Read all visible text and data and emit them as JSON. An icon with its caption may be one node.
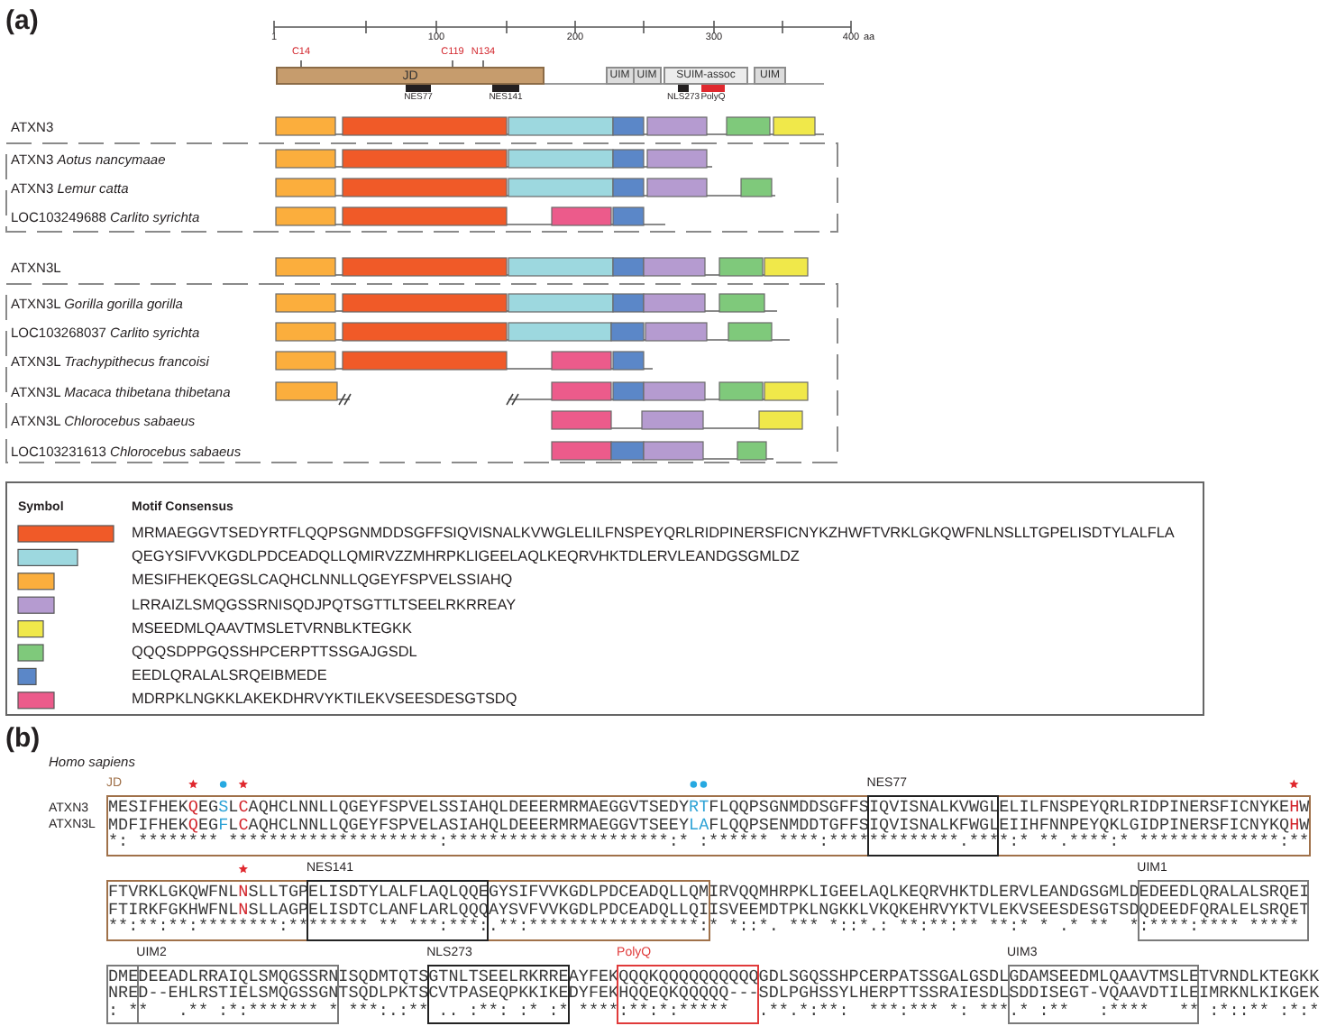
{
  "diagram": {
    "nodes": [
      {
        "text": [
          "JD"
        ]
      },
      {
        "text": [
          "UIM"
        ]
      },
      {
        "text": [
          "UIM"
        ]
      },
      {
        "text": [
          "SUIM-assoc"
        ]
      },
      {
        "text": [
          "UIM"
        ]
      },
      {
        "text": [
          "NES77"
        ]
      },
      {
        "text": [
          "NES141"
        ]
      },
      {
        "text": [
          "NLS273"
        ]
      },
      {
        "text": [
          "PolyQ"
        ]
      },
      {
        "text": [
          "ATXN3 *Aotus nancymaae*",
          "ATXN3 *Lemur catta*",
          "LOC103249688 *Carlito syrichta*"
        ]
      },
      {
        "text": [
          "ATXN3L *Gorilla gorilla gorilla*",
          "LOC103268037 *Carlito syrichta*",
          "ATXN3L *Trachypithecus francoisi*",
          "ATXN3L *Macaca thibetana thibetana*",
          "ATXN3L *Chlorocebus sabaeus*",
          "LOC103231613 *Chlorocebus sabaeus*"
        ]
      },
      {
        "text": [
          "JD"
        ]
      },
      {
        "text": [
          "NES77"
        ],
        "in": 11
      },
      {
        "text": [],
        "shape": "box"
      },
      {
        "text": [
          "NES141"
        ],
        "in": 13
      },
      {
        "text": [
          "UIM1"
        ]
      },
      {
        "text": [],
        "shape": "box"
      },
      {
        "text": [
          "UIM2"
        ]
      },
      {
        "text": [
          "NLS273"
        ]
      },
      {
        "text": [
          "PolyQ"
        ]
      },
      {
        "text": [
          "UIM3"
        ]
      }
    ],
    "labels": [
      "(a)",
      "1",
      "100",
      "200",
      "300",
      "400",
      "aa",
      "C14",
      "C119",
      "N134",
      "ATXN3",
      "ATXN3L",
      "Symbol",
      "Motif Consensus",
      "(b)",
      "Homo sapiens",
      "ATXN3",
      "MESIFHEKQEGSLCAQHCLNNLLQGEYFSPVELSSIAHQLDEEERMRMAEGGVTSEDYRTFLQQPSGNMDDSGFFSIQVISNALKVWGLELILFNSPEYQRLRIDPINERSFICNYKEHW",
      "ATXN3L",
      "MDFIFHEKQEGFLCAQHCLNNLLQGEYFSPVELASIAHQLDEEERMRMAEGGVTSEEYLAFLQQPSENMDDTGFFSIQVISNALKFWGLEIIHFNNPEYQKLGIDPINERSFICNYKQHW",
      "*: ******** *********************:**********************:* :****** ****:*************.****:* **.****:* **************:**",
      "FTVRKLGKQWFNLNSLLTGPELISDTYLALFLAQLQQEGYSIFVVKGDLPDCEADQLLQMIRVQQMHRPKLIGEELAQLKEQRVHKTDLERVLEANDGSGMLDEDEEDLQRALALSRQEI",
      "FTIRKFGKHWFNLNSLLAGPELISDTCLANFLARLQQQAYSVFVVKGDLPDCEADQLLQIISVEEMDTPKLNGKKLVKQKEHRVYKTVLEKVSEESDESGTSDQDEEDFQRALELSRQET",
      "**:**:**:********:******** ** ***:***:.**:*****************:* *::*. *** *::*.: **:**:** **:* * .* **  *:****:**** *****",
      "DMEDEEADLRRAIQLSMQGSSRNISQDMTQTSGTNLTSEELRKRREAYFEKQQQKQQQQQQQQQQGDLSGQSSHPCERPATSSGALGSDLGDAMSEEDMLQAAVTMSLETVRNDLKTEGKK",
      "NRED--EHLRSTIELSMQGSSGNTSQDLPKTSCVTPASEQPKKIKEDYFEKHQQEQKQQQQQ---SDLPGHSSYLHERPTTSSRAIESDLSDDISEGT-VQAAVDTILEIMRKNLKIKGEK",
      ": **   .** :*:******* * ***:.:** .. :**: :* :* ****:**:*:*****   .**.*:**:  ***:*** *: ***.* :**   :****   ** :*::** :*:*"
    ],
    "legend": [
      {
        "text": "MRMAEGGVTSEDYRTFLQQPSGNMDDSGFFSIQVISNALKVWGLELILFNSPEYQRLRIDPINERSFICNYKZHWFTVRKLGKQWFNLNSLLTGPELISDTYLALFLA",
        "color": "#f05a28"
      },
      {
        "text": "QEGYSIFVVKGDLPDCEADQLLQMIRVZZMHRPKLIGEELAQLKEQRVHKTDLERVLEANDGSGMLDZ",
        "color": "#9dd8df"
      },
      {
        "text": "MESIFHEKQEGSLCAQHCLNNLLQGEYFSPVELSSIAHQ",
        "color": "#fbae3d"
      },
      {
        "text": "LRRAIZLSMQGSSRNISQDJPQTSGTTLTSEELRKRREAY",
        "color": "#b59bd0"
      },
      {
        "text": "MSEEDMLQAAVTMSLETVRNBLKTEGKK",
        "color": "#f0e84a"
      },
      {
        "text": "QQQSDPPGQSSHPCERPTTSSGAJGSDL",
        "color": "#7fc97b"
      },
      {
        "text": "EEDLQRALALSRQEIBMEDE",
        "color": "#5b87c8"
      },
      {
        "text": "MDRPKLNGKKLAKEKDHRVYKTILEKVSEESDESGTSDQ",
        "color": "#ec5b8b"
      }
    ]
  }
}
